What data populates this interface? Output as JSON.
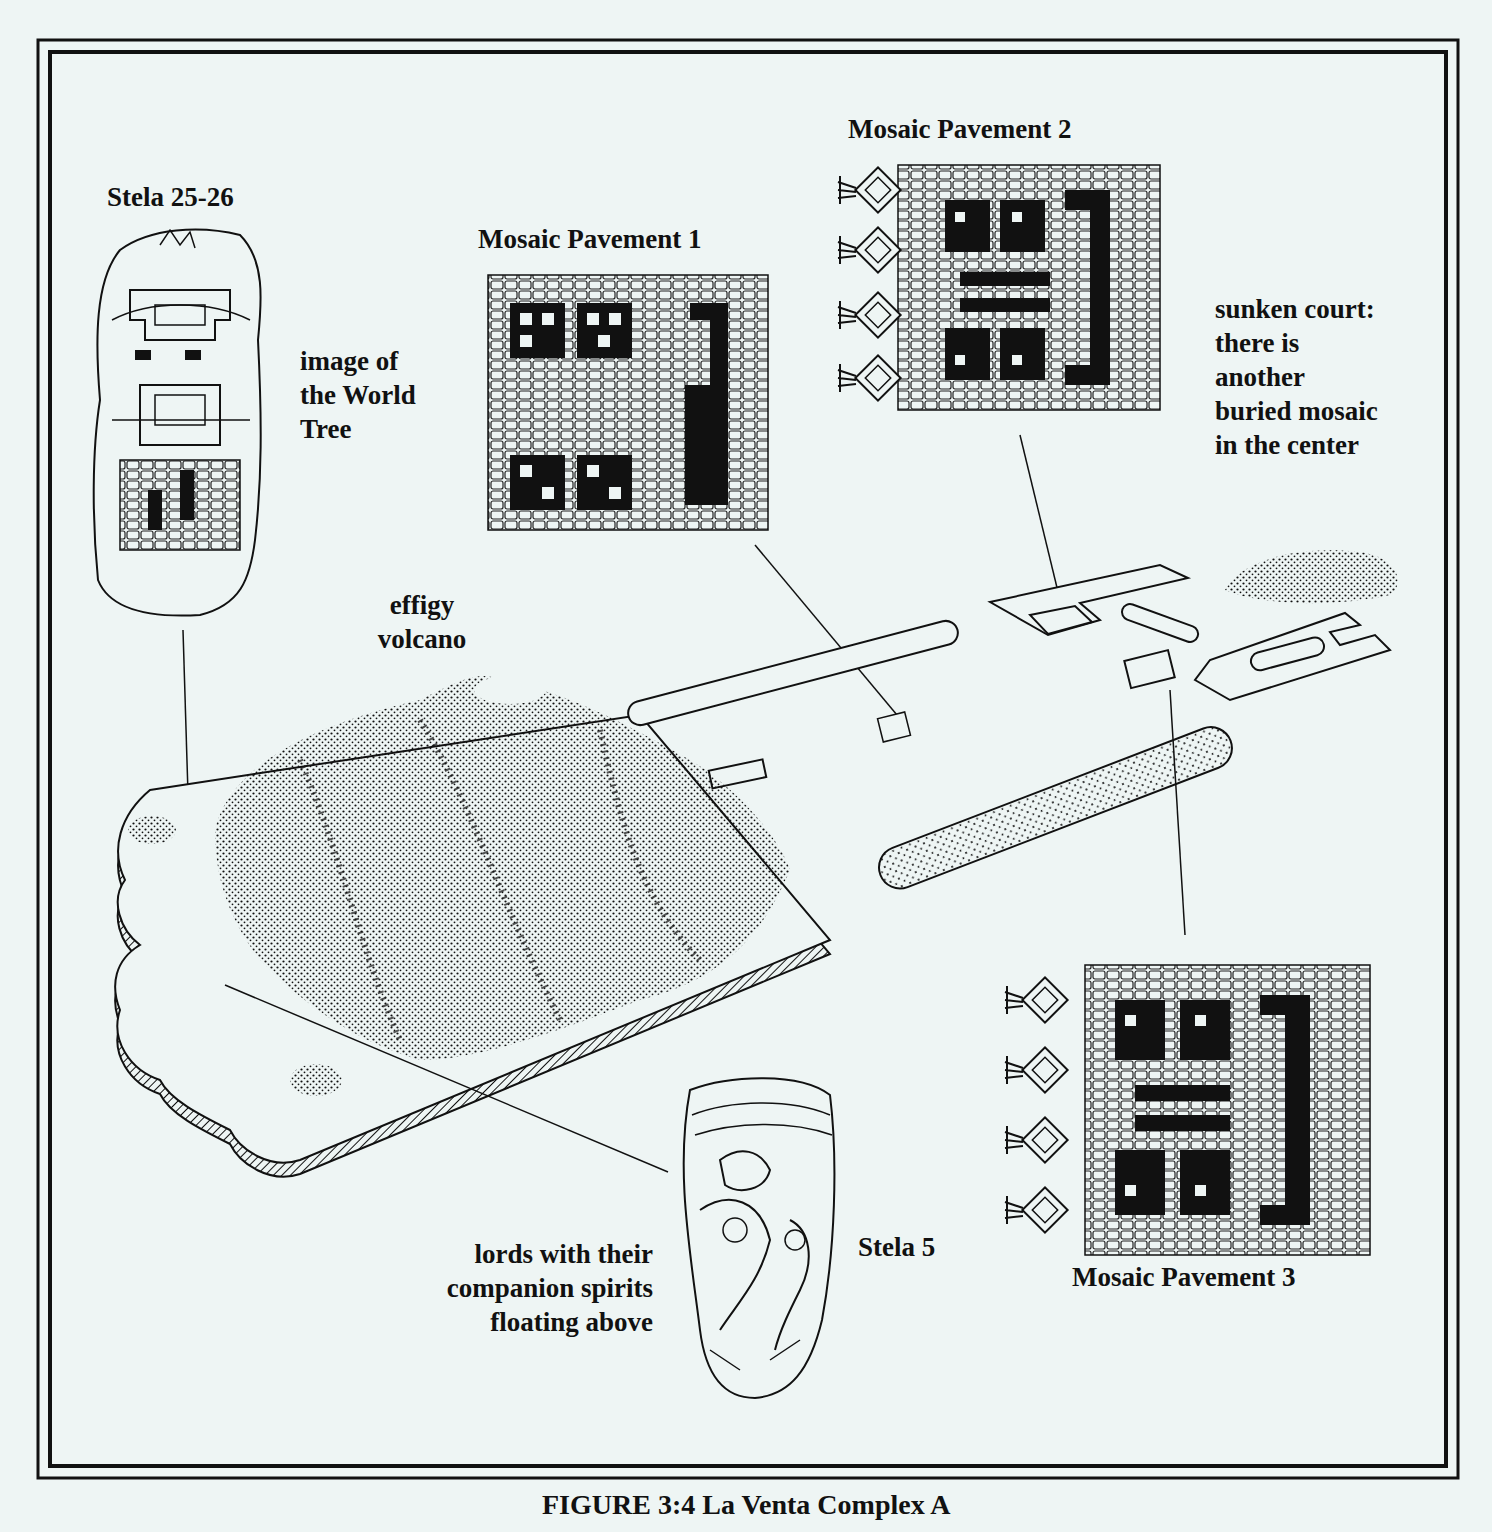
{
  "diagram": {
    "caption": "FIGURE 3:4 La Venta Complex A",
    "labels": [
      "Stela 25-26",
      "image of the World Tree",
      "Mosaic Pavement 1",
      "Mosaic Pavement 2",
      "sunken court: there is another buried mosaic in the center",
      "effigy volcano",
      "lords with their companion spirits floating above",
      "Stela 5",
      "Mosaic Pavement 3"
    ]
  }
}
